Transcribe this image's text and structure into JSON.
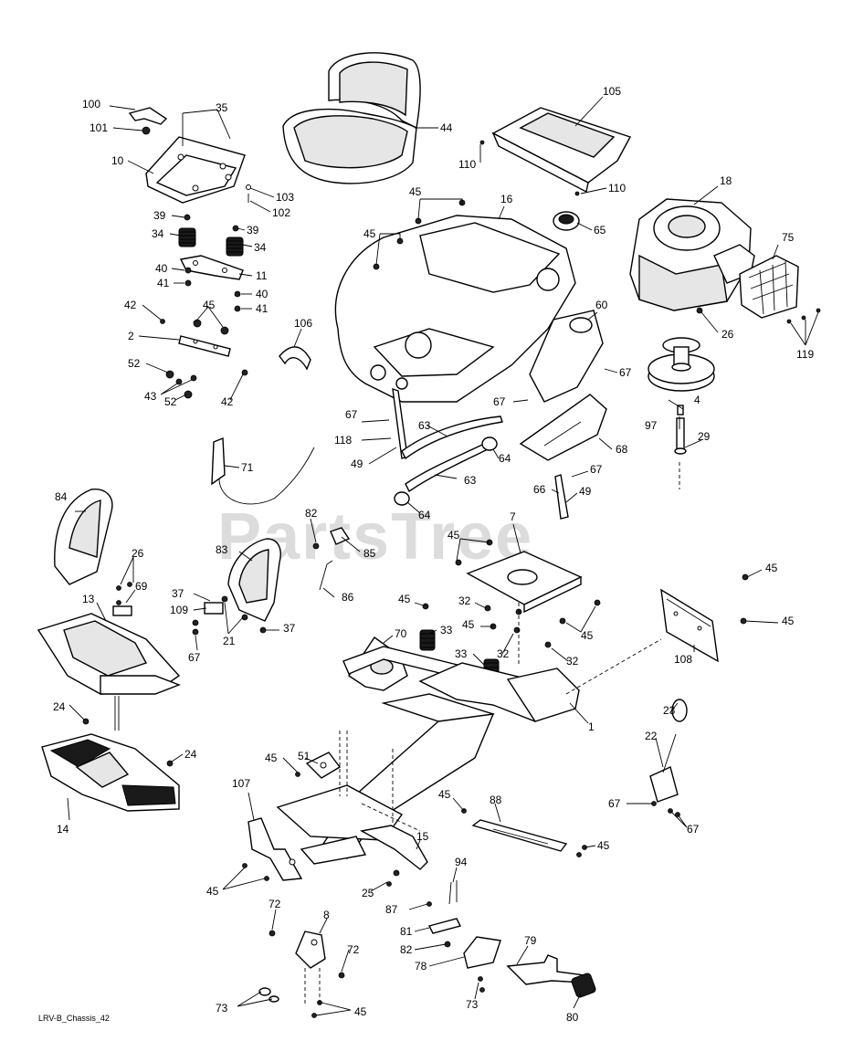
{
  "watermark": "PartsTree",
  "caption": "LRV-B_Chassis_42",
  "callouts": [
    "100",
    "101",
    "35",
    "10",
    "103",
    "102",
    "39",
    "34",
    "39",
    "34",
    "40",
    "41",
    "11",
    "40",
    "41",
    "42",
    "45",
    "2",
    "52",
    "43",
    "52",
    "42",
    "106",
    "44",
    "105",
    "110",
    "110",
    "45",
    "16",
    "45",
    "65",
    "18",
    "75",
    "60",
    "26",
    "119",
    "67",
    "67",
    "67",
    "118",
    "49",
    "63",
    "64",
    "63",
    "68",
    "97",
    "4",
    "29",
    "67",
    "49",
    "66",
    "64",
    "71",
    "84",
    "26",
    "69",
    "13",
    "82",
    "85",
    "83",
    "86",
    "37",
    "109",
    "21",
    "37",
    "67",
    "45",
    "7",
    "32",
    "45",
    "45",
    "32",
    "32",
    "45",
    "33",
    "70",
    "33",
    "45",
    "45",
    "108",
    "1",
    "24",
    "24",
    "14",
    "51",
    "45",
    "23",
    "22",
    "67",
    "67",
    "107",
    "88",
    "45",
    "45",
    "15",
    "45",
    "25",
    "94",
    "87",
    "72",
    "8",
    "81",
    "82",
    "78",
    "79",
    "72",
    "73",
    "73",
    "45",
    "80"
  ]
}
